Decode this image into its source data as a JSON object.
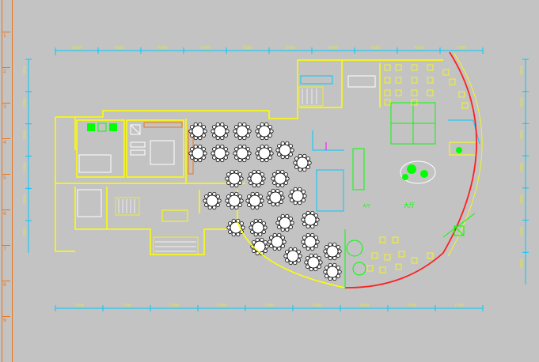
{
  "ruler": {
    "marks": [
      "1",
      "2",
      "3",
      "4",
      "5",
      "6",
      "7",
      "8",
      "9"
    ]
  },
  "plan": {
    "top_dims": [
      "2800",
      "4500",
      "7500",
      "7500",
      "7500",
      "5400",
      "4600",
      "4500",
      "4500",
      "7500"
    ],
    "bottom_dims": [
      "7500",
      "7500",
      "7500",
      "7500",
      "7500",
      "7500",
      "7500",
      "7500",
      "7500"
    ],
    "left_dims": [
      "3000",
      "5000",
      "3000",
      "5400",
      "3000",
      "3000"
    ],
    "right_dims": [
      "3000",
      "3000",
      "3000",
      "3000",
      "3000",
      "5400",
      "3000"
    ],
    "labels": {
      "hall": "大厅",
      "hall_small": "大厅"
    }
  },
  "colors": {
    "wall": "#ffff00",
    "dim": "#00c8ff",
    "green": "#00ff00",
    "orange": "#e8751a",
    "white": "#ffffff",
    "red": "#ff2020",
    "magenta": "#ff00ff"
  }
}
